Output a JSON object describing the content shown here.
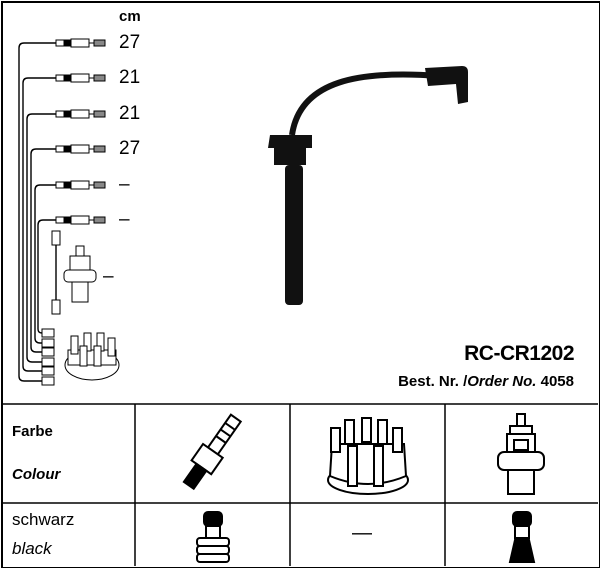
{
  "header": {
    "unit": "cm"
  },
  "lengths": [
    "27",
    "21",
    "21",
    "27",
    "–",
    "–",
    "–"
  ],
  "product": {
    "code": "RC-CR1202",
    "order_label_de": "Best. Nr.",
    "order_label_en": "Order No.",
    "order_number": "4058"
  },
  "table": {
    "header_de": "Farbe",
    "header_en": "Colour",
    "color_de": "schwarz",
    "color_en": "black",
    "distributor_value": "—"
  }
}
